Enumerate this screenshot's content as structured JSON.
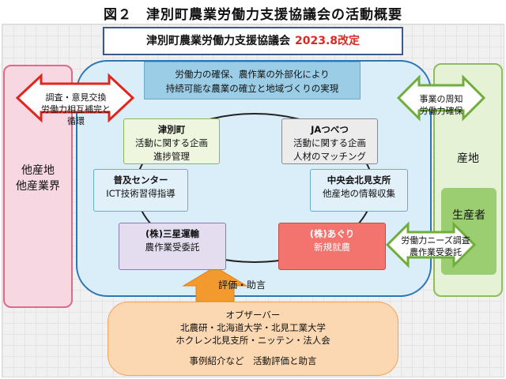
{
  "title": "図２　津別町農業労働力支援協議会の活動概要",
  "header": {
    "name": "津別町農業労働力支援協議会",
    "date": "2023.8改定"
  },
  "goal": {
    "line1": "労働力の確保、農作業の外部化により",
    "line2": "持続可能な農業の確立と地域づくりの実現"
  },
  "left": {
    "line1": "他産地",
    "line2": "他産業界"
  },
  "left_arrow": {
    "line1": "調査・意見交換",
    "line2": "労働力相互補完と循環"
  },
  "right": {
    "label": "産地",
    "producer": "生産者"
  },
  "right_arrow_top": {
    "line1": "事業の周知",
    "line2": "労働力確保"
  },
  "right_arrow_bottom": {
    "line1": "労働力ニーズ調査",
    "line2": "農作業受委託"
  },
  "members": {
    "town": {
      "name": "津別町",
      "line1": "活動に関する企画",
      "line2": "進捗管理"
    },
    "ja": {
      "name": "JAつべつ",
      "line1": "活動に関する企画",
      "line2": "人材のマッチング"
    },
    "extension": {
      "name": "普及センター",
      "line1": "ICT技術習得指導"
    },
    "central": {
      "name": "中央会北見支所",
      "line1": "他産地の情報収集"
    },
    "mitsuboshi": {
      "name": "(株)三星運輸",
      "line1": "農作業受委託"
    },
    "aguri": {
      "name": "(株)あぐり",
      "line1": "新規就農"
    }
  },
  "evaluation": "評価・助言",
  "observer": {
    "title": "オブザーバー",
    "line1": "北農研・北海道大学・北見工業大学",
    "line2": "ホクレン北見支所・ニッテン・法人会",
    "line3": "事例紹介など　活動評価と助言"
  },
  "colors": {
    "center_border": "#2e75b6",
    "left_arrow": "#e0261d",
    "right_arrow": "#6fae3a",
    "eval_arrow": "#f39a2e",
    "date": "#e0261d"
  }
}
